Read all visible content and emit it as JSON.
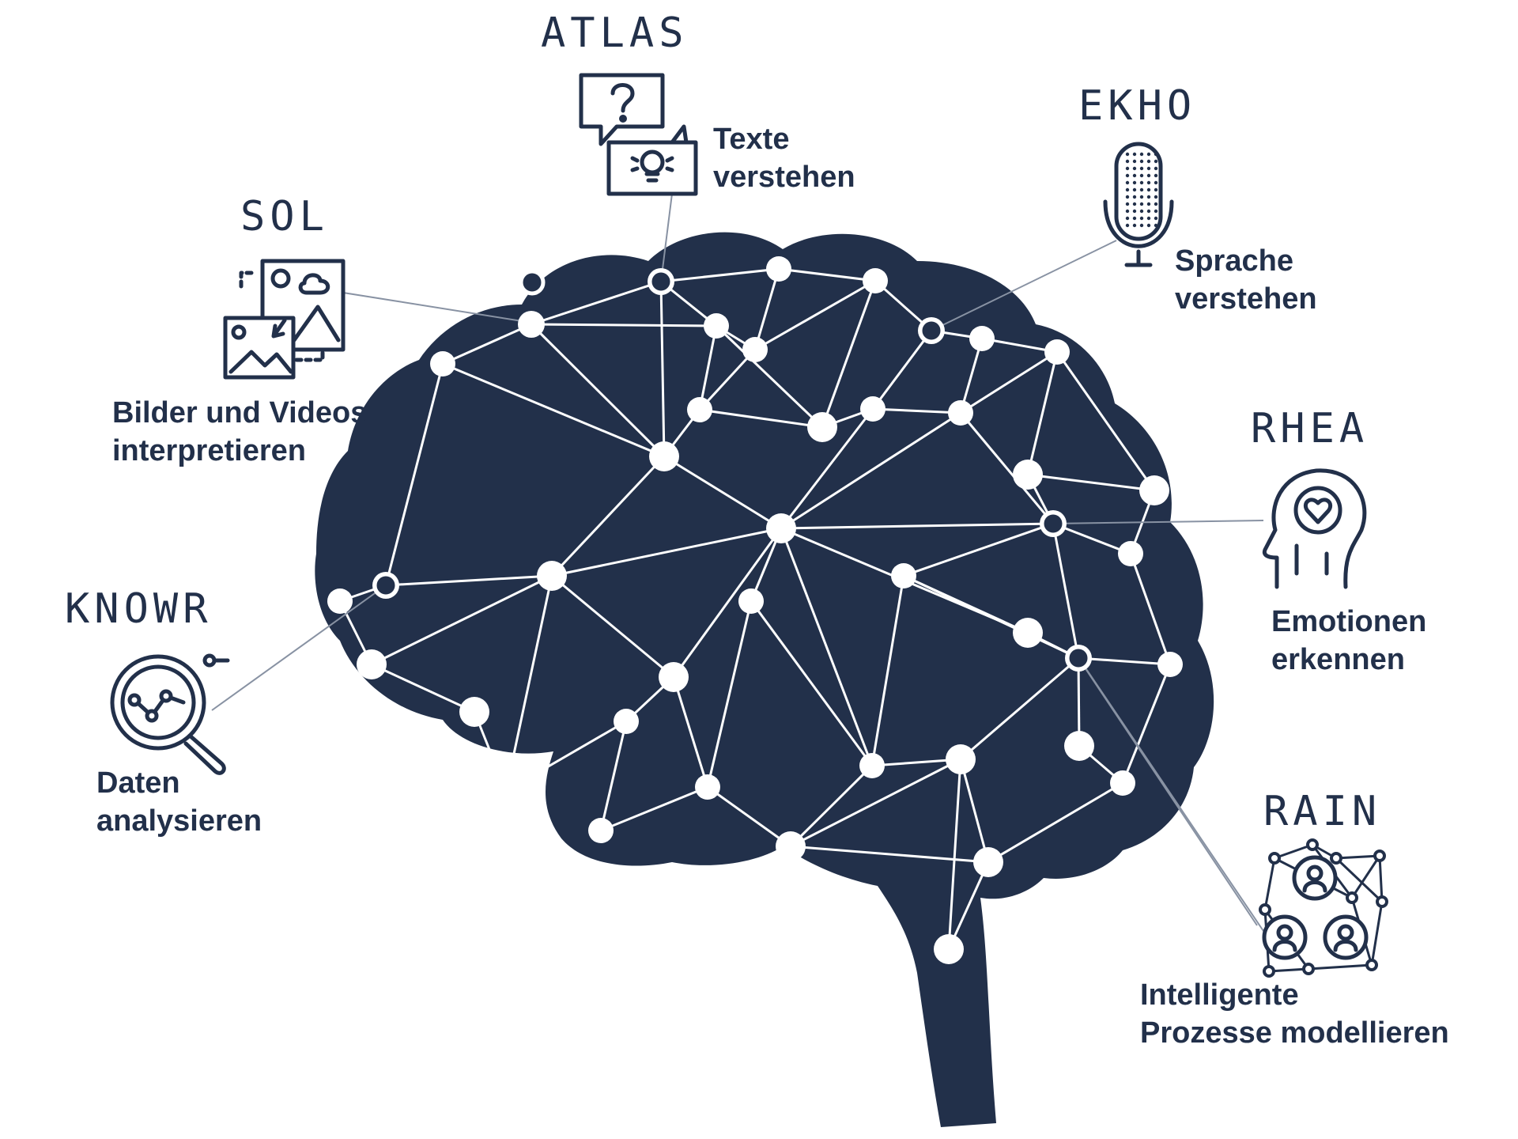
{
  "colors": {
    "ink": "#22304a",
    "node": "#ffffff",
    "background": "#ffffff"
  },
  "modules": {
    "atlas": {
      "name": "ATLAS",
      "line1": "Texte",
      "line2": "verstehen",
      "icon": "chat-question-idea-icon"
    },
    "ekho": {
      "name": "EKHO",
      "line1": "Sprache",
      "line2": "verstehen",
      "icon": "microphone-icon"
    },
    "sol": {
      "name": "SOL",
      "line1": "Bilder und Videos",
      "line2": "interpretieren",
      "icon": "images-icon"
    },
    "rhea": {
      "name": "RHEA",
      "line1": "Emotionen",
      "line2": "erkennen",
      "icon": "head-heart-icon"
    },
    "knowr": {
      "name": "KNOWR",
      "line1": "Daten",
      "line2": "analysieren",
      "icon": "magnifier-chart-icon"
    },
    "rain": {
      "name": "RAIN",
      "line1": "Intelligente",
      "line2": "Prozesse modellieren",
      "icon": "people-network-icon"
    }
  }
}
